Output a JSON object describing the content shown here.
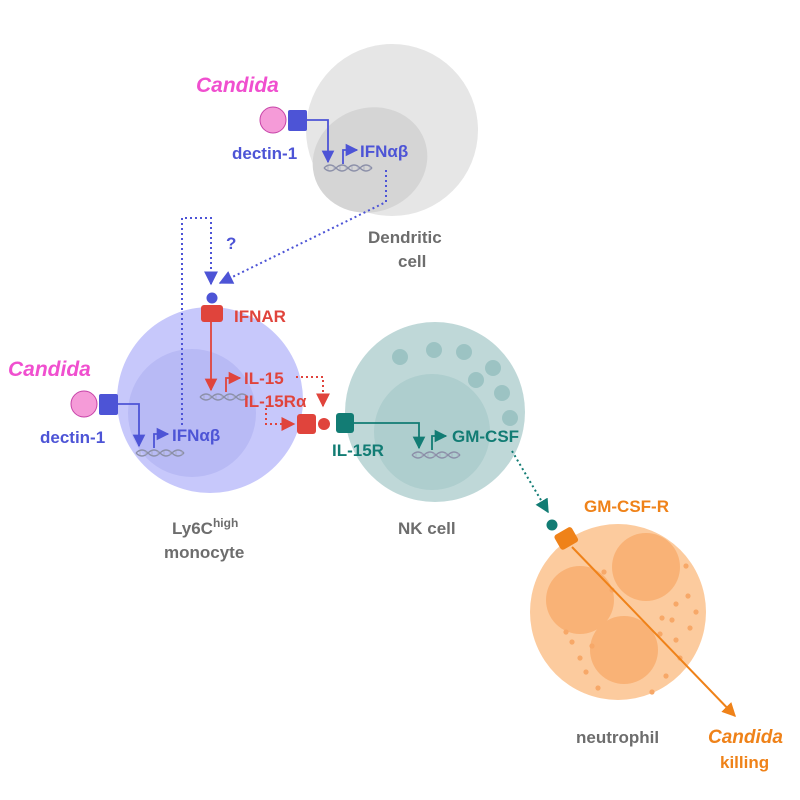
{
  "labels": {
    "candida_top": "Candida",
    "dectin_top": "dectin-1",
    "ifn_top": "IFNαβ",
    "dendritic_line1": "Dendritic",
    "dendritic_line2": "cell",
    "question": "?",
    "ifnar": "IFNAR",
    "candida_left": "Candida",
    "dectin_left": "dectin-1",
    "ifn_left": "IFNαβ",
    "il15": "IL-15",
    "il15ra": "IL-15Rα",
    "il15r": "IL-15R",
    "gmcsf": "GM-CSF",
    "gmcsfr": "GM-CSF-R",
    "monocyte_line1": "Ly6C",
    "monocyte_sup": "high",
    "monocyte_line2": "monocyte",
    "nk": "NK cell",
    "neutrophil": "neutrophil",
    "candida_killing1": "Candida",
    "candida_killing2": "killing"
  },
  "colors": {
    "dendritic": "#e6e6e6",
    "dendritic_nucleus": "#d5d5d5",
    "monocyte": "#c7c8fb",
    "monocyte_nucleus": "#b8baf5",
    "nk": "#bfd8d8",
    "nk_nucleus": "#aecece",
    "neutrophil": "#fccb9e",
    "neutrophil_lobe": "#f9b276",
    "blue": "#4d54d6",
    "red": "#e0443c",
    "teal": "#127c74",
    "orange": "#ef8219",
    "candida": "#f59bd8"
  }
}
